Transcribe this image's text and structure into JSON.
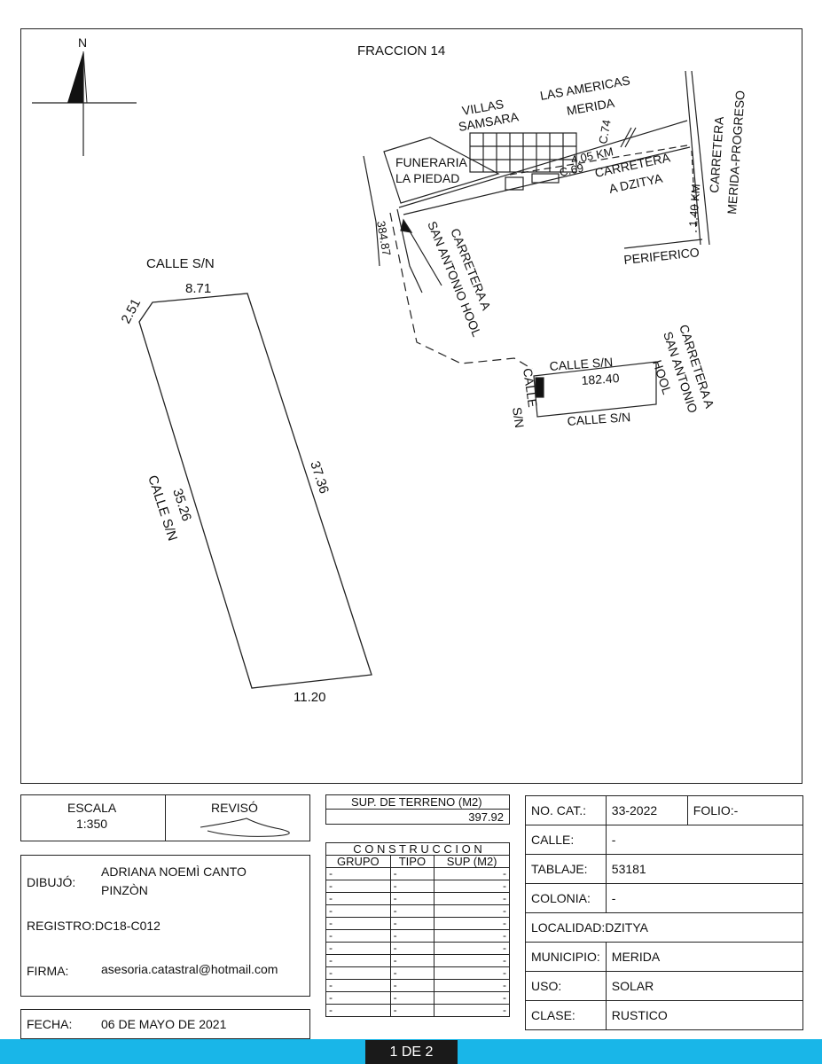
{
  "plan": {
    "title": "FRACCION 14",
    "north": "N",
    "street_top": "CALLE S/N",
    "street_left": "CALLE S/N",
    "dim_top": "8.71",
    "dim_corner": "2.51",
    "dim_left": "35.26",
    "dim_right": "37.36",
    "dim_bottom": "11.20"
  },
  "location": {
    "villas_1": "VILLAS",
    "villas_2": "SAMSARA",
    "americas_1": "LAS AMERICAS",
    "americas_2": "MERIDA",
    "funeraria_1": "FUNERARIA",
    "funeraria_2": "LA PIEDAD",
    "c74": "C.74",
    "c69": "C.69",
    "km405": "4.05 KM",
    "dzitya_1": "CARRETERA",
    "dzitya_2": "A DZITYA",
    "progreso_1": "CARRETERA",
    "progreso_2": "MERIDA-PROGRESO",
    "km140": "1.40 KM",
    "periferico": "PERIFERICO",
    "d38487": "384.87",
    "sanantonio_1": "CARRETERA A",
    "sanantonio_2": "SAN ANTONIO HOOL",
    "calle_top": "CALLE S/N",
    "calle_left_1": "CALLE",
    "calle_left_2": "S/N",
    "dist_18240": "182.40",
    "calle_bottom": "CALLE S/N",
    "carretera_r1": "CARRETERA A",
    "carretera_r2": "SAN ANTONIO",
    "carretera_r3": "HOOL"
  },
  "escala": {
    "label": "ESCALA",
    "value": "1:350",
    "reviso": "REVISÓ"
  },
  "dibujo": {
    "label": "DIBUJÓ:",
    "name_1": "ADRIANA NOEMÌ CANTO",
    "name_2": "PINZÒN",
    "registro": "REGISTRO:DC18-C012",
    "firma_label": "FIRMA:",
    "firma_value": "asesoria.catastral@hotmail.com",
    "fecha_label": "FECHA:",
    "fecha_value": "06 DE MAYO DE 2021"
  },
  "superficie": {
    "label": "SUP. DE TERRENO (M2)",
    "value": "397.92"
  },
  "construccion": {
    "title": "C O N S T R U C C I O N",
    "headers": [
      "GRUPO",
      "TIPO",
      "SUP (M2)"
    ],
    "rows": [
      [
        "-",
        "-",
        "-"
      ],
      [
        "-",
        "-",
        "-"
      ],
      [
        "-",
        "-",
        "-"
      ],
      [
        "-",
        "-",
        "-"
      ],
      [
        "-",
        "-",
        "-"
      ],
      [
        "-",
        "-",
        "-"
      ],
      [
        "-",
        "-",
        "-"
      ],
      [
        "-",
        "-",
        "-"
      ],
      [
        "-",
        "-",
        "-"
      ],
      [
        "-",
        "-",
        "-"
      ],
      [
        "-",
        "-",
        "-"
      ],
      [
        "-",
        "-",
        "-"
      ]
    ]
  },
  "catastro": {
    "no_cat_label": "NO. CAT.:",
    "no_cat_value": "33-2022",
    "folio": "FOLIO:-",
    "calle_label": "CALLE:",
    "calle_value": "-",
    "tablaje_label": "TABLAJE:",
    "tablaje_value": "53181",
    "colonia_label": "COLONIA:",
    "colonia_value": "-",
    "localidad": "LOCALIDAD:DZITYA",
    "municipio_label": "MUNICIPIO:",
    "municipio_value": "MERIDA",
    "uso_label": "USO:",
    "uso_value": "SOLAR",
    "clase_label": "CLASE:",
    "clase_value": "RUSTICO"
  },
  "footer": {
    "page": "1 DE 2"
  },
  "colors": {
    "footer": "#19b6e8",
    "badge": "#1a1a1a"
  }
}
